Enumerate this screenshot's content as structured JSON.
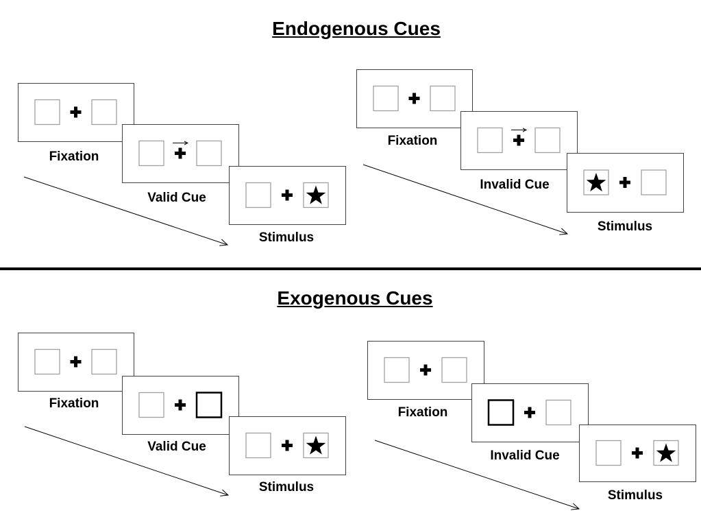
{
  "sections": [
    {
      "title": "Endogenous Cues",
      "sequences": [
        {
          "frames": [
            {
              "label": "Fixation",
              "cue": "none",
              "target": "none"
            },
            {
              "label": "Valid Cue",
              "cue": "arrow-right",
              "target": "none"
            },
            {
              "label": "Stimulus",
              "cue": "none",
              "target": "right"
            }
          ]
        },
        {
          "frames": [
            {
              "label": "Fixation",
              "cue": "none",
              "target": "none"
            },
            {
              "label": "Invalid Cue",
              "cue": "arrow-right",
              "target": "none"
            },
            {
              "label": "Stimulus",
              "cue": "none",
              "target": "left"
            }
          ]
        }
      ]
    },
    {
      "title": "Exogenous Cues",
      "sequences": [
        {
          "frames": [
            {
              "label": "Fixation",
              "cue": "none",
              "target": "none"
            },
            {
              "label": "Valid Cue",
              "cue": "highlight-right",
              "target": "none"
            },
            {
              "label": "Stimulus",
              "cue": "none",
              "target": "right"
            }
          ]
        },
        {
          "frames": [
            {
              "label": "Fixation",
              "cue": "none",
              "target": "none"
            },
            {
              "label": "Invalid Cue",
              "cue": "highlight-left",
              "target": "none"
            },
            {
              "label": "Stimulus",
              "cue": "none",
              "target": "right"
            }
          ]
        }
      ]
    }
  ],
  "icons": {
    "fixation": "plus-icon",
    "target": "star-icon",
    "time": "arrow-icon"
  }
}
